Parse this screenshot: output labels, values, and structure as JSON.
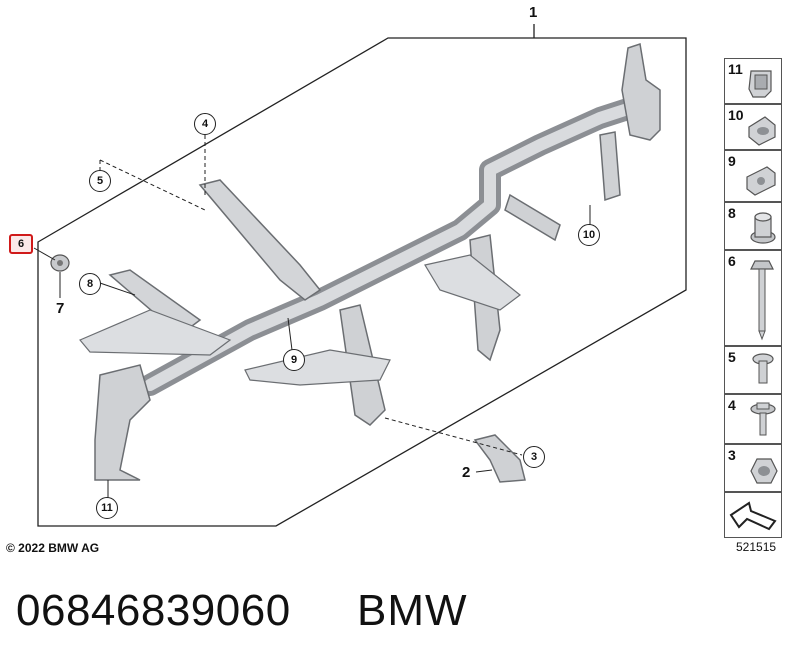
{
  "diagram": {
    "callouts": {
      "c1": "1",
      "c2": "2",
      "c3": "3",
      "c4": "4",
      "c5": "5",
      "c6": "6",
      "c7": "7",
      "c8": "8",
      "c9": "9",
      "c10": "10",
      "c11": "11"
    },
    "highlight_color": "#d01a1a"
  },
  "parts_list": [
    {
      "label": "11",
      "icon": "clip-nut-icon"
    },
    {
      "label": "10",
      "icon": "spring-nut-icon"
    },
    {
      "label": "9",
      "icon": "u-nut-icon"
    },
    {
      "label": "8",
      "icon": "grommet-icon"
    },
    {
      "label": "6",
      "icon": "long-screw-icon"
    },
    {
      "label": "5",
      "icon": "bolt-icon"
    },
    {
      "label": "4",
      "icon": "bolt-washer-icon"
    },
    {
      "label": "3",
      "icon": "hex-nut-icon"
    },
    {
      "label": "",
      "icon": "arrow-icon"
    }
  ],
  "footer": {
    "copyright": "© 2022 BMW AG",
    "diagram_code": "521515",
    "part_number": "06846839060",
    "brand": "BMW"
  }
}
